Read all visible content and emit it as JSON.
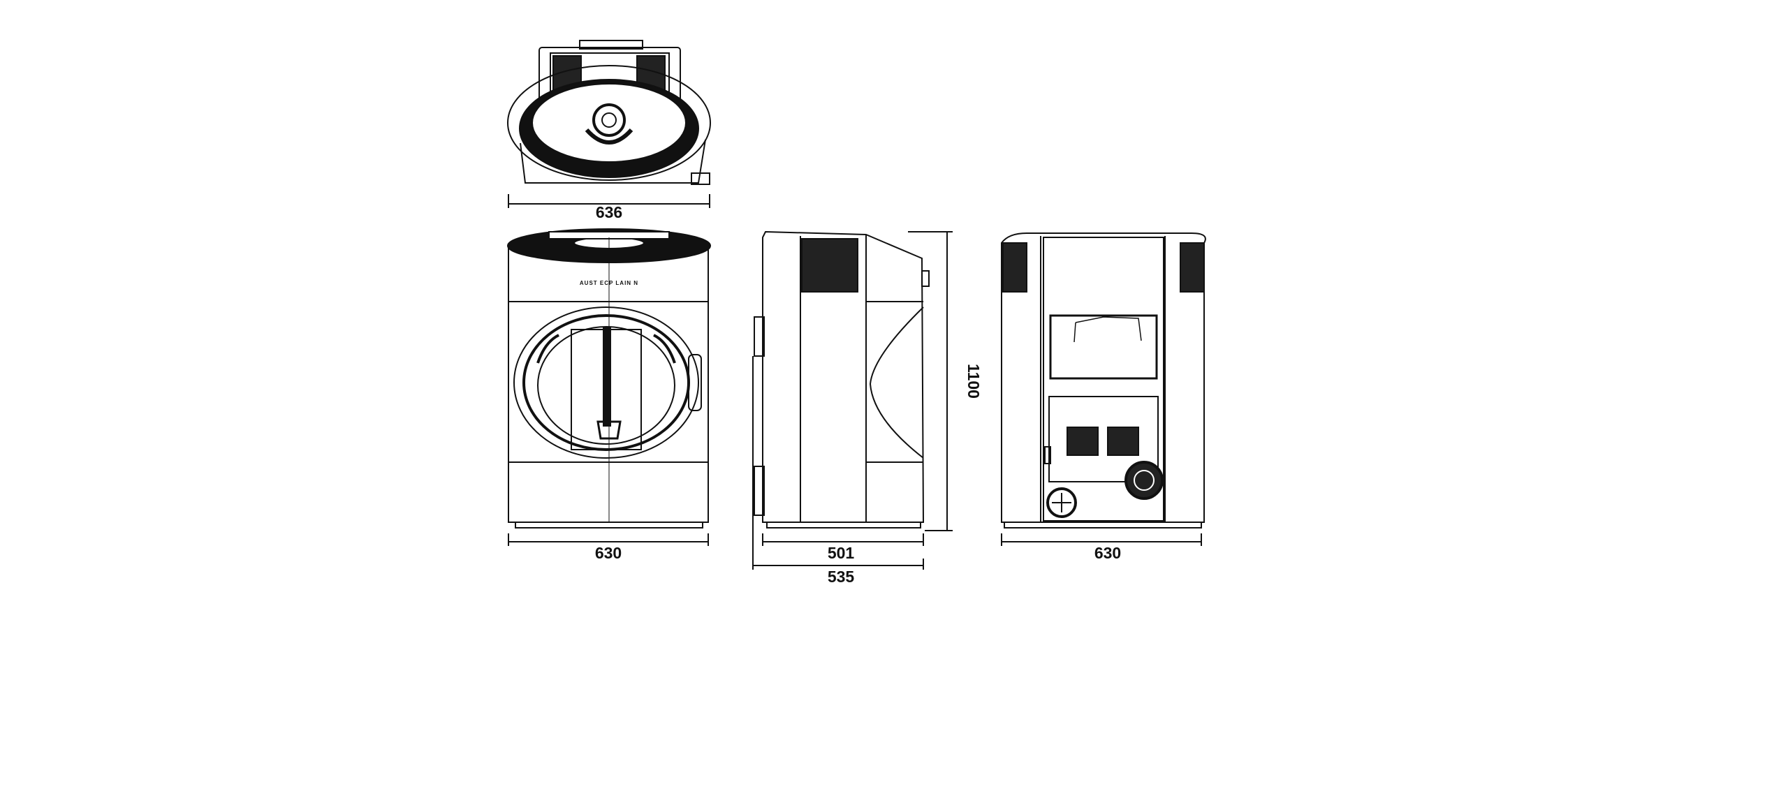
{
  "views": {
    "top": {
      "width_label": "636"
    },
    "front": {
      "width_label": "630",
      "brand_text": "AUST ECP LAIN N"
    },
    "side": {
      "depth_label": "501",
      "overall_depth_label": "535",
      "height_label": "1100"
    },
    "back": {
      "width_label": "630"
    }
  }
}
